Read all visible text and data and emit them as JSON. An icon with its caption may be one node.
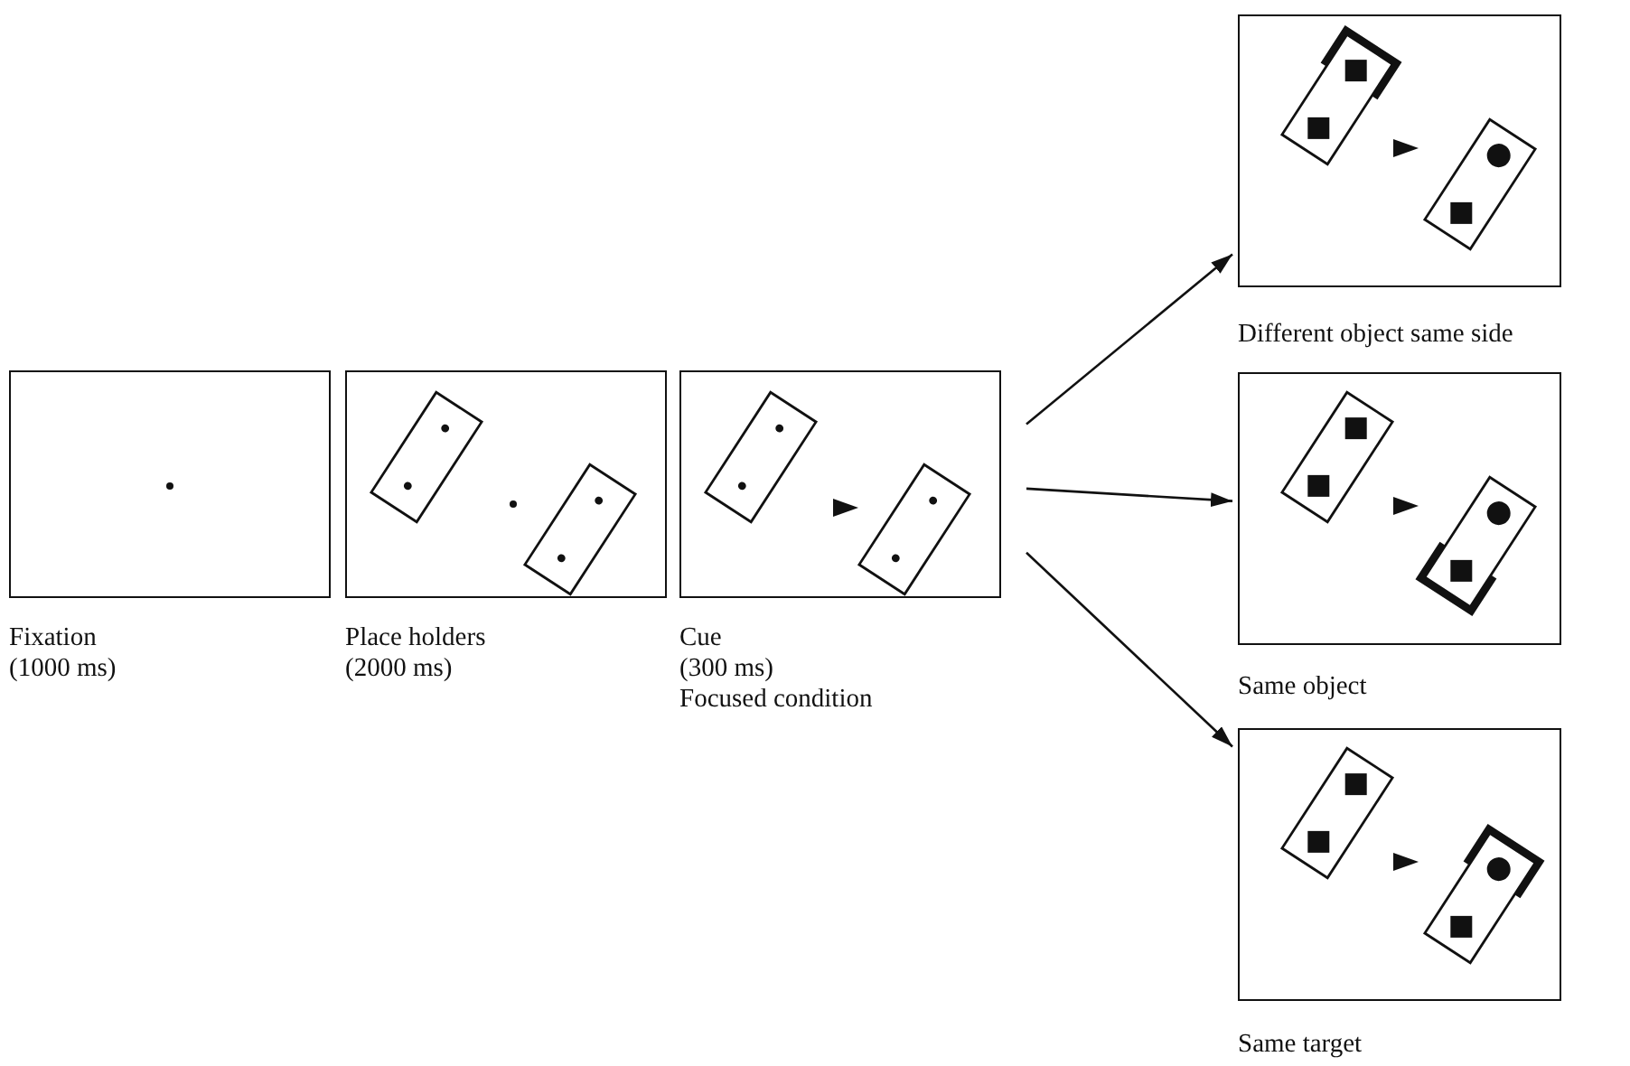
{
  "diagram": {
    "nodes": [
      {
        "text": [
          "Fixation",
          "(1000 ms)"
        ]
      },
      {
        "text": [
          "Place holders",
          "(2000 ms)"
        ]
      },
      {
        "text": [
          "Cue",
          "(300 ms)",
          "Focused condition"
        ]
      },
      {
        "text": [
          "Different object same side"
        ]
      },
      {
        "text": [
          "Same object"
        ]
      },
      {
        "text": [
          "Same target"
        ]
      }
    ],
    "edges": [
      {
        "from": 2,
        "to": 3,
        "arrow": "to"
      },
      {
        "from": 2,
        "to": 4,
        "arrow": "to"
      },
      {
        "from": 2,
        "to": 5,
        "arrow": "to"
      }
    ]
  }
}
